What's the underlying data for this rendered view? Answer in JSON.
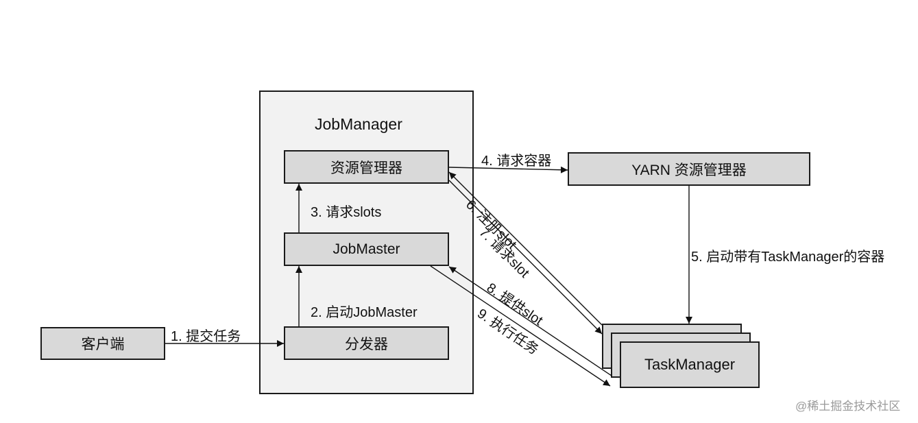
{
  "jobmanager": {
    "title": "JobManager",
    "resource_manager": "资源管理器",
    "jobmaster": "JobMaster",
    "dispatcher": "分发器"
  },
  "client": "客户端",
  "yarn_rm": "YARN 资源管理器",
  "taskmanager": "TaskManager",
  "steps": {
    "s1": "1. 提交任务",
    "s2": "2. 启动JobMaster",
    "s3": "3. 请求slots",
    "s4": "4. 请求容器",
    "s5": "5. 启动带有TaskManager的容器",
    "s6": "6. 注册slot",
    "s7": "7. 请求slot",
    "s8": "8. 提供slot",
    "s9": "9. 执行任务"
  },
  "watermark": "@稀土掘金技术社区"
}
